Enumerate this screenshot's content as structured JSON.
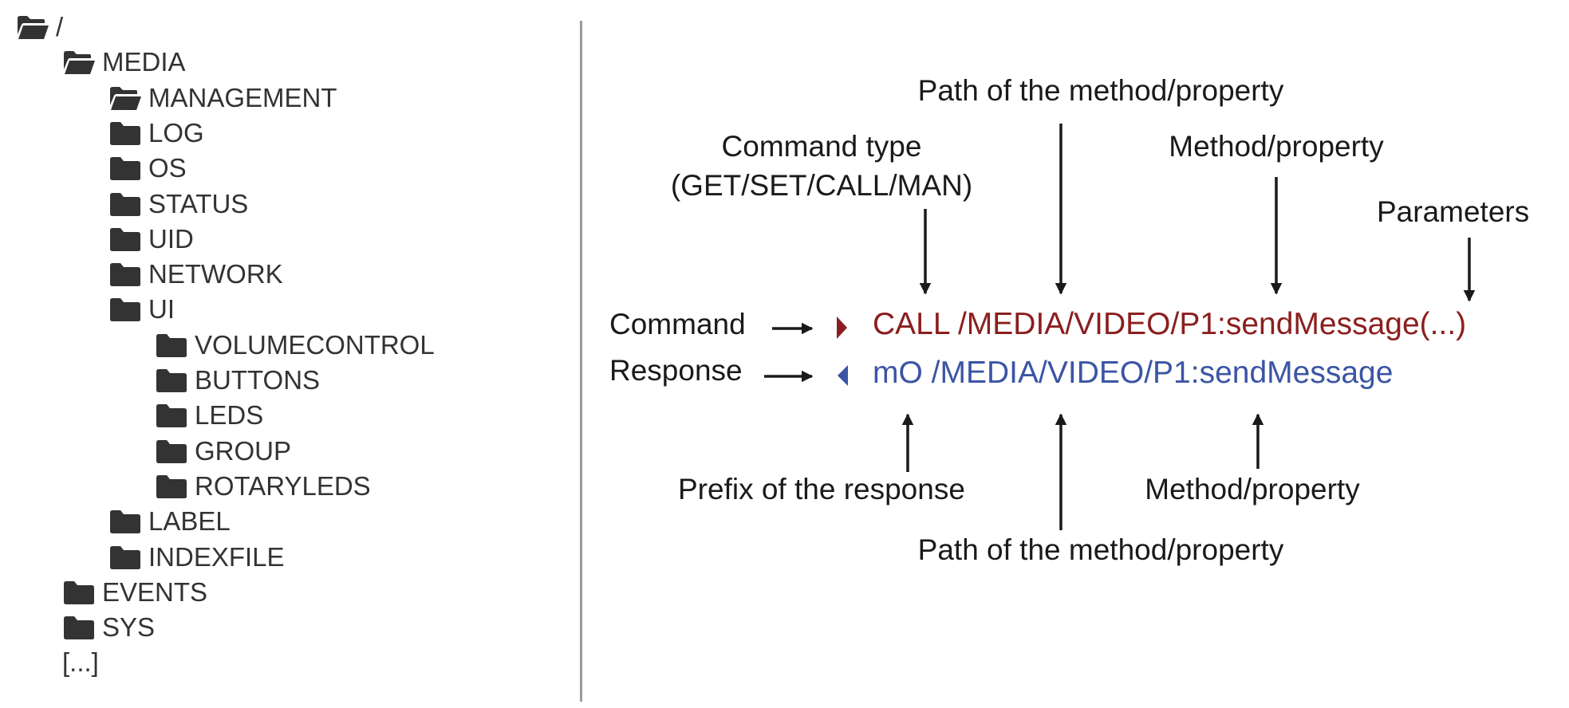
{
  "tree": [
    {
      "label": "/",
      "depth": 0,
      "open": true
    },
    {
      "label": "MEDIA",
      "depth": 1,
      "open": true
    },
    {
      "label": "MANAGEMENT",
      "depth": 2,
      "open": true
    },
    {
      "label": "LOG",
      "depth": 2,
      "open": false
    },
    {
      "label": "OS",
      "depth": 2,
      "open": false
    },
    {
      "label": "STATUS",
      "depth": 2,
      "open": false
    },
    {
      "label": "UID",
      "depth": 2,
      "open": false
    },
    {
      "label": "NETWORK",
      "depth": 2,
      "open": false
    },
    {
      "label": "UI",
      "depth": 2,
      "open": false
    },
    {
      "label": "VOLUMECONTROL",
      "depth": 3,
      "open": false
    },
    {
      "label": "BUTTONS",
      "depth": 3,
      "open": false
    },
    {
      "label": "LEDS",
      "depth": 3,
      "open": false
    },
    {
      "label": "GROUP",
      "depth": 3,
      "open": false
    },
    {
      "label": "ROTARYLEDS",
      "depth": 3,
      "open": false
    },
    {
      "label": "LABEL",
      "depth": 2,
      "open": false
    },
    {
      "label": "INDEXFILE",
      "depth": 2,
      "open": false
    },
    {
      "label": "EVENTS",
      "depth": 1,
      "open": false
    },
    {
      "label": "SYS",
      "depth": 1,
      "open": false
    },
    {
      "label": "[...]",
      "depth": 1,
      "open": null
    }
  ],
  "diagram": {
    "labels": {
      "path_top": "Path of the method/property",
      "command_type_line1": "Command type",
      "command_type_line2": "(GET/SET/CALL/MAN)",
      "method_top": "Method/property",
      "parameters": "Parameters",
      "command": "Command",
      "response": "Response",
      "prefix": "Prefix of the response",
      "method_bottom": "Method/property",
      "path_bottom": "Path of the method/property"
    },
    "command_text": "CALL /MEDIA/VIDEO/P1:sendMessage(...)",
    "response_text": "mO /MEDIA/VIDEO/P1:sendMessage",
    "colors": {
      "command": "#8b1e1e",
      "response": "#3b54a5",
      "command_marker": "#8b1e1e",
      "response_marker": "#3b54a5",
      "folder": "#333333"
    }
  }
}
